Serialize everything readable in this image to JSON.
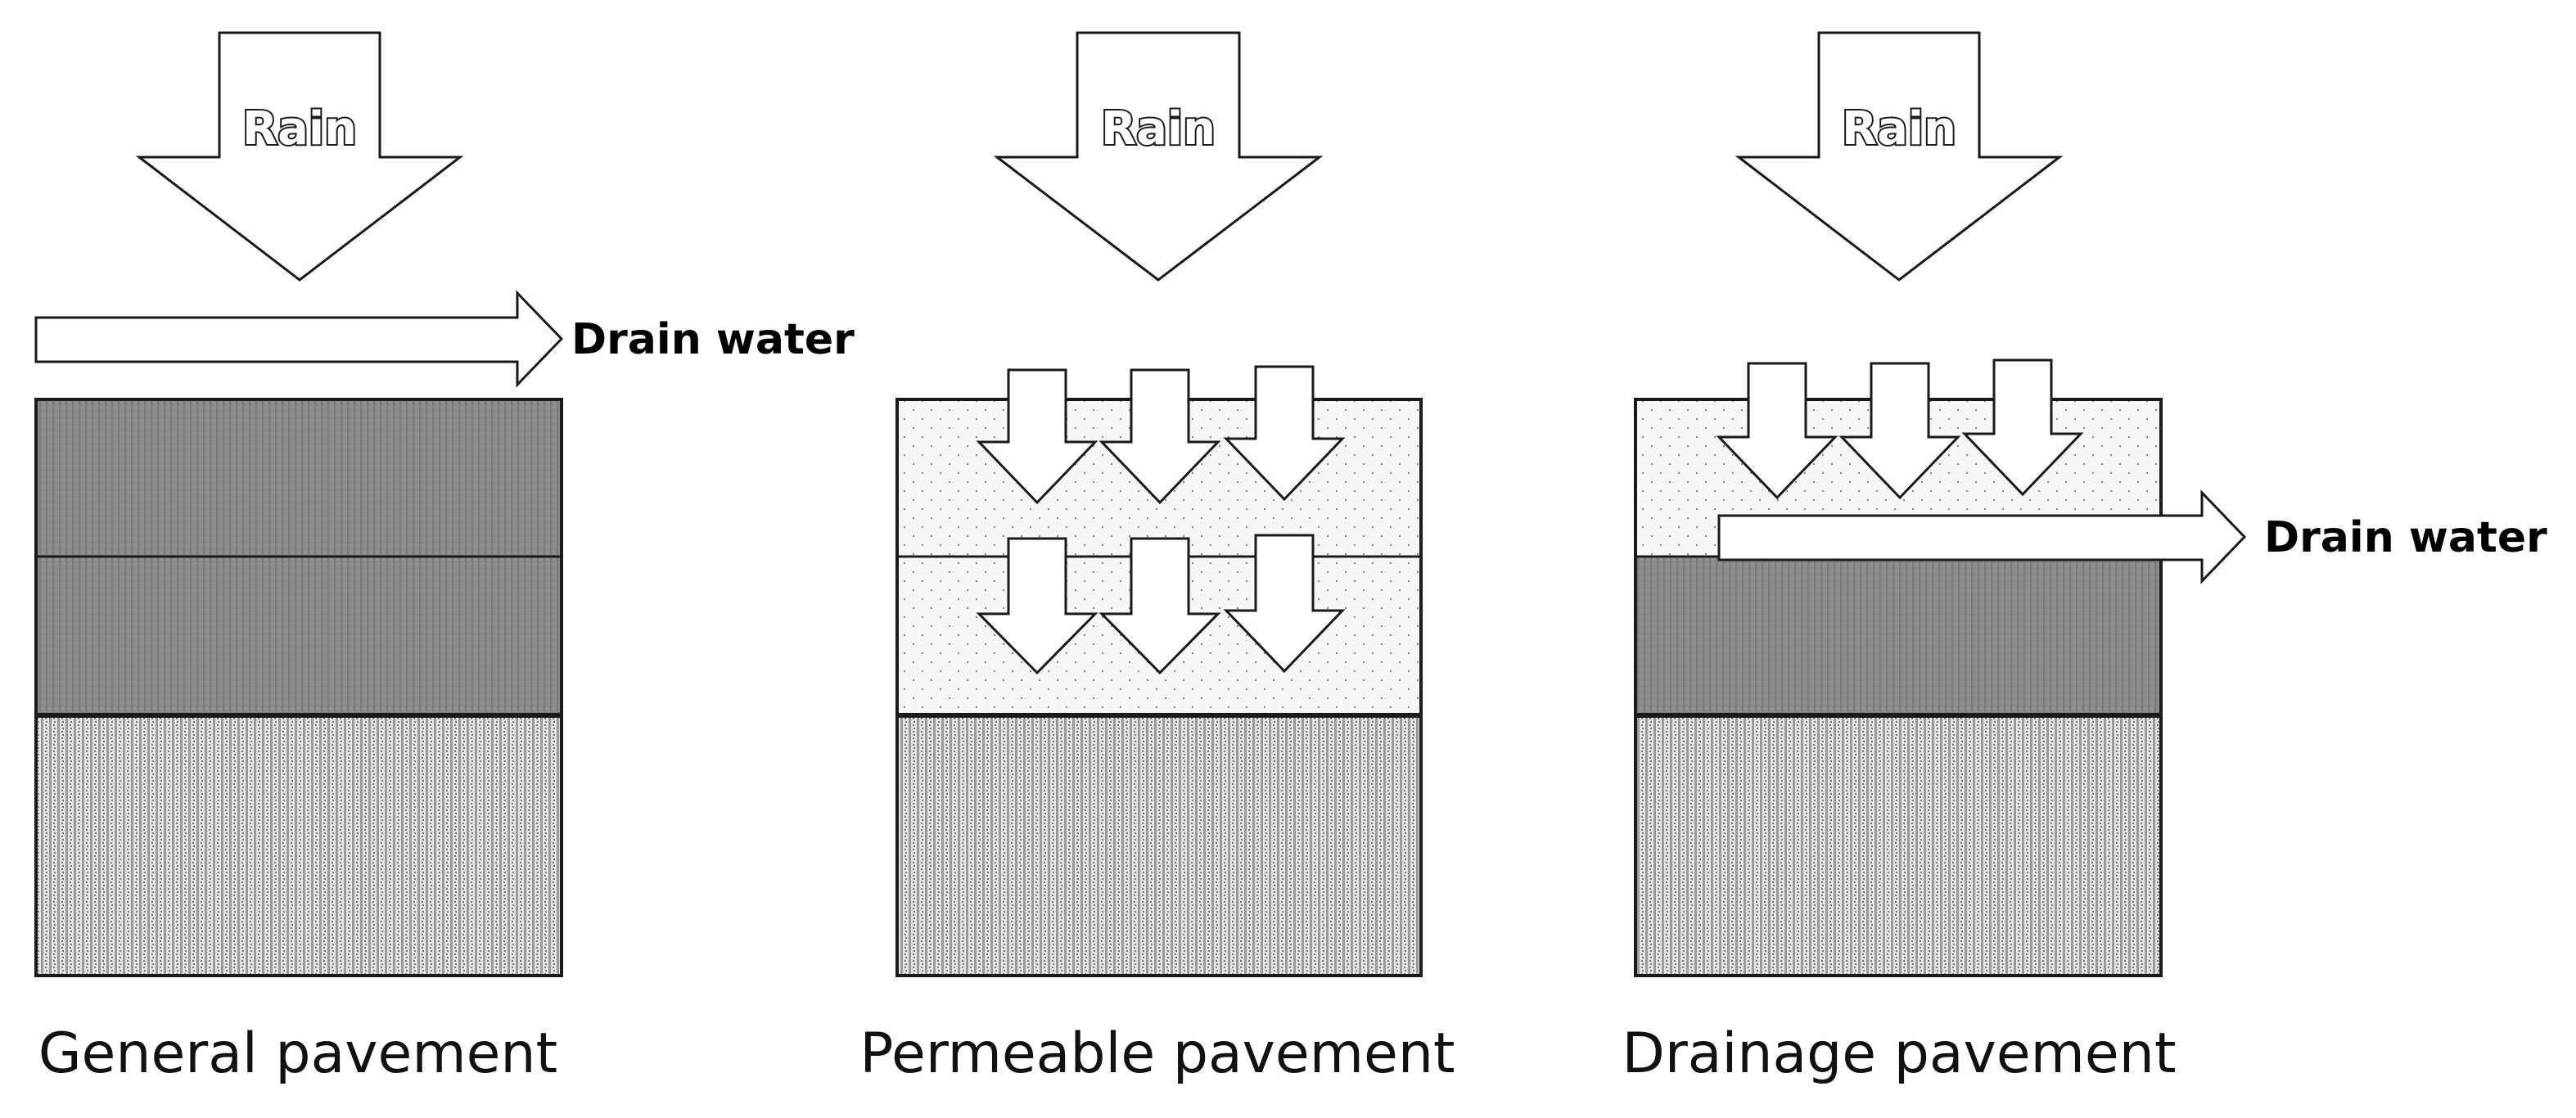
{
  "diagram": {
    "panels": [
      {
        "id": "general",
        "rain_label": "Rain",
        "drain_label": "Drain water",
        "caption": "General pavement",
        "layers": [
          "impermeable",
          "impermeable",
          "subgrade"
        ]
      },
      {
        "id": "permeable",
        "rain_label": "Rain",
        "drain_label": "",
        "caption": "Permeable pavement",
        "layers": [
          "permeable",
          "permeable",
          "subgrade"
        ]
      },
      {
        "id": "drainage",
        "rain_label": "Rain",
        "drain_label": "Drain water",
        "caption": "Drainage pavement",
        "layers": [
          "permeable",
          "impermeable",
          "subgrade"
        ]
      }
    ],
    "colors": {
      "impermeable_fill": "#8a8a8a",
      "permeable_fill": "#f4f4f4",
      "subgrade_fill": "#d8d8d8",
      "outline": "#1a1a1a"
    }
  }
}
